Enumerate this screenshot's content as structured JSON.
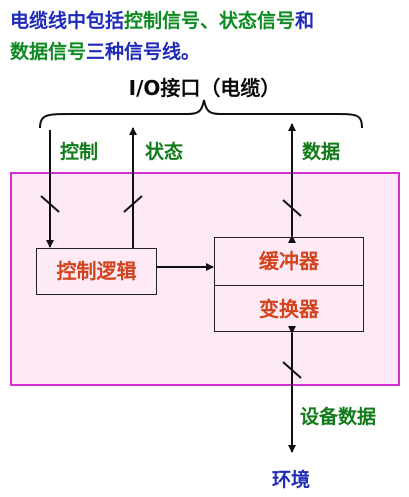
{
  "intro": {
    "line1_part1": "电缆线中包括",
    "line1_part2": "控制信号、状态信号",
    "line1_part3": "和",
    "line2_part1": "数据信号",
    "line2_part2": "三种信号线。"
  },
  "interface_label": "I/O接口（电缆）",
  "signals": {
    "control": "控制",
    "status": "状态",
    "data": "数据",
    "device_data": "设备数据"
  },
  "blocks": {
    "control_logic": "控制逻辑",
    "buffer": "缓冲器",
    "converter": "变换器"
  },
  "environment": "环境",
  "colors": {
    "blue_text": "#1f2ab8",
    "green_text": "#117a1a",
    "box_text": "#d2421b",
    "device_border": "#d62fd0",
    "device_fill": "#fde8f6"
  }
}
